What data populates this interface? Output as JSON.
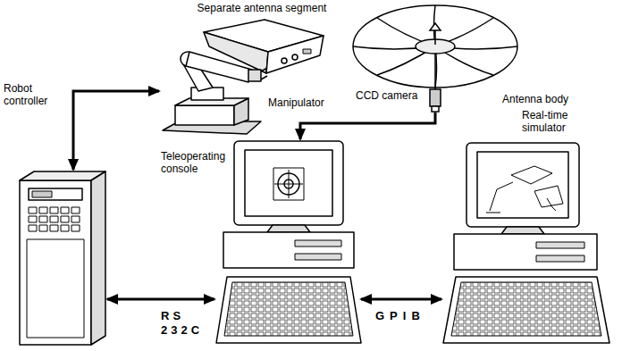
{
  "diagram": {
    "nodes": [
      {
        "text": [
          "Separate antenna segment"
        ]
      },
      {
        "text": [
          "Manipulator"
        ]
      },
      {
        "text": [
          "Antenna body"
        ]
      },
      {
        "text": [
          "CCD camera"
        ]
      },
      {
        "text": [
          "Robot controller"
        ]
      },
      {
        "text": [
          "Teleoperating console"
        ]
      },
      {
        "text": [
          "Real-time simulator"
        ]
      }
    ],
    "edges": [
      {
        "from": 4,
        "to": 1,
        "arrow": "both"
      },
      {
        "from": 3,
        "to": 5,
        "arrow": "to"
      },
      {
        "from": 4,
        "to": 5,
        "label": "RS 232C",
        "arrow": "both"
      },
      {
        "from": 5,
        "to": 6,
        "label": "GPIB",
        "arrow": "both"
      }
    ]
  }
}
